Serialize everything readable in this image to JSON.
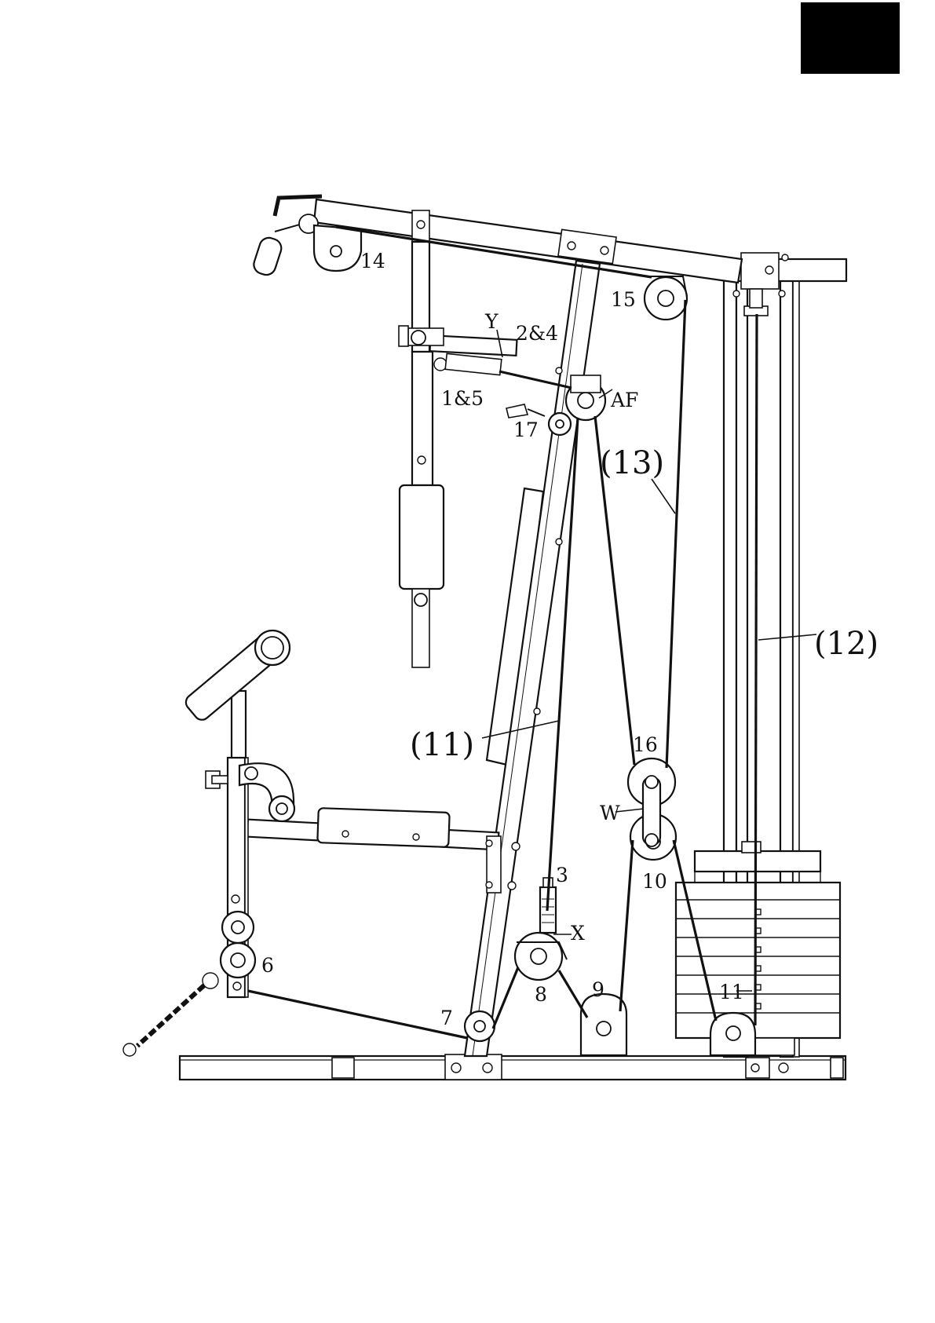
{
  "page_marker": {
    "color": "#000000"
  },
  "labels": {
    "l14": "14",
    "l15": "15",
    "lY": "Y",
    "l2and4": "2&4",
    "l1and5": "1&5",
    "lAF": "AF",
    "l17": "17",
    "l13": "(13)",
    "l12": "(12)",
    "l11": "(11)",
    "l16": "16",
    "lW": "W",
    "l10": "10",
    "l3": "3",
    "lX": "X",
    "l6": "6",
    "l7": "7",
    "l8": "8",
    "l9": "9",
    "l11b": "11"
  }
}
